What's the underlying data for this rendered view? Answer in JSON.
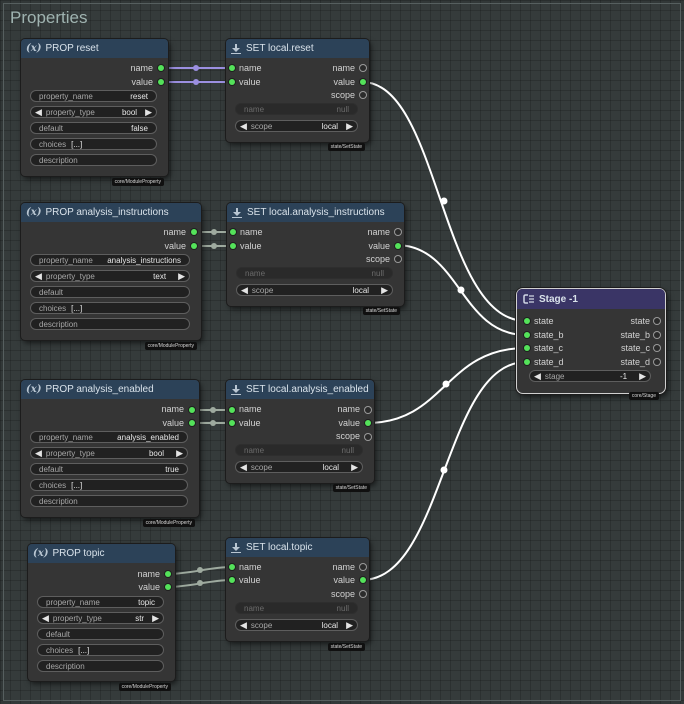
{
  "group": {
    "title": "Properties"
  },
  "prop_nodes": [
    {
      "title": "PROP reset",
      "outputs": [
        "name",
        "value"
      ],
      "property_name_label": "property_name",
      "property_name": "reset",
      "property_type_label": "property_type",
      "property_type": "bool",
      "default_label": "default",
      "default": "false",
      "choices_label": "choices",
      "choices": "[...]",
      "description_label": "description",
      "badge": "core/ModuleProperty"
    },
    {
      "title": "PROP analysis_instructions",
      "outputs": [
        "name",
        "value"
      ],
      "property_name_label": "property_name",
      "property_name": "analysis_instructions",
      "property_type_label": "property_type",
      "property_type": "text",
      "default_label": "default",
      "default": "",
      "choices_label": "choices",
      "choices": "[...]",
      "description_label": "description",
      "badge": "core/ModuleProperty"
    },
    {
      "title": "PROP analysis_enabled",
      "outputs": [
        "name",
        "value"
      ],
      "property_name_label": "property_name",
      "property_name": "analysis_enabled",
      "property_type_label": "property_type",
      "property_type": "bool",
      "default_label": "default",
      "default": "true",
      "choices_label": "choices",
      "choices": "[...]",
      "description_label": "description",
      "badge": "core/ModuleProperty"
    },
    {
      "title": "PROP topic",
      "outputs": [
        "name",
        "value"
      ],
      "property_name_label": "property_name",
      "property_name": "topic",
      "property_type_label": "property_type",
      "property_type": "str",
      "default_label": "default",
      "default": "",
      "choices_label": "choices",
      "choices": "[...]",
      "description_label": "description",
      "badge": "core/ModuleProperty"
    }
  ],
  "set_nodes": [
    {
      "title": "SET local.reset",
      "inputs": [
        "name",
        "value"
      ],
      "outputs": [
        "name",
        "value",
        "scope"
      ],
      "name_label": "name",
      "name_value": "null",
      "scope_label": "scope",
      "scope": "local",
      "badge": "state/SetState"
    },
    {
      "title": "SET local.analysis_instructions",
      "inputs": [
        "name",
        "value"
      ],
      "outputs": [
        "name",
        "value",
        "scope"
      ],
      "name_label": "name",
      "name_value": "null",
      "scope_label": "scope",
      "scope": "local",
      "badge": "state/SetState"
    },
    {
      "title": "SET local.analysis_enabled",
      "inputs": [
        "name",
        "value"
      ],
      "outputs": [
        "name",
        "value",
        "scope"
      ],
      "name_label": "name",
      "name_value": "null",
      "scope_label": "scope",
      "scope": "local",
      "badge": "state/SetState"
    },
    {
      "title": "SET local.topic",
      "inputs": [
        "name",
        "value"
      ],
      "outputs": [
        "name",
        "value",
        "scope"
      ],
      "name_label": "name",
      "name_value": "null",
      "scope_label": "scope",
      "scope": "local",
      "badge": "state/SetState"
    }
  ],
  "stage_node": {
    "icon": "stage-icon",
    "title": "Stage -1",
    "inputs": [
      "state",
      "state_b",
      "state_c",
      "state_d"
    ],
    "outputs": [
      "state",
      "state_b",
      "state_c",
      "state_d"
    ],
    "stage_label": "stage",
    "stage_value": "-1",
    "badge": "core/Stage"
  },
  "colors": {
    "link_purple": "#9b8fe0",
    "link_grey": "#9eaa9f",
    "link_white": "#ffffff",
    "slot_green": "#54e25a",
    "prop_header": "#2c4258",
    "stage_header": "#3a3566"
  }
}
